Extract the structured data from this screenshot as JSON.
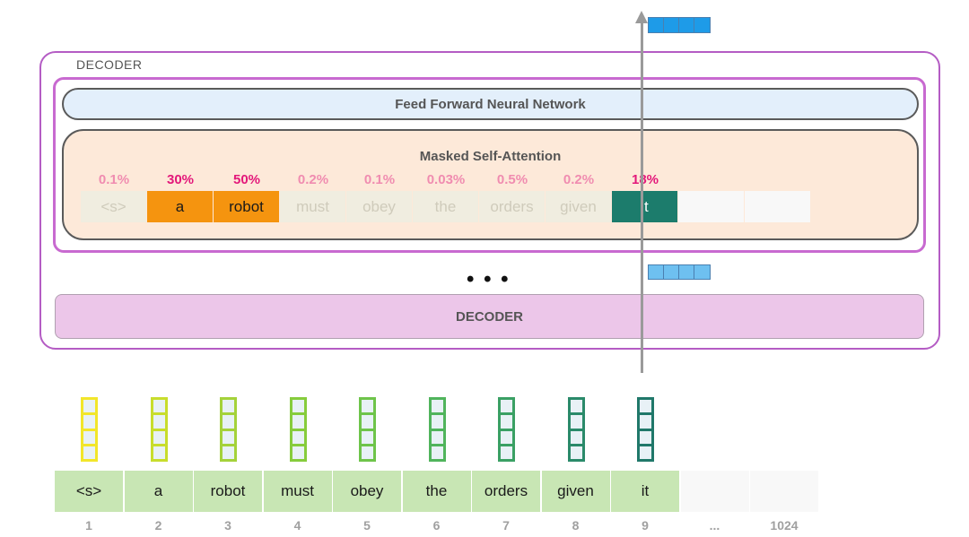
{
  "outer_label": "DECODER",
  "ffnn_label": "Feed Forward Neural Network",
  "attention_title": "Masked Self-Attention",
  "lower_decoder_label": "DECODER",
  "ellipsis": "• • •",
  "attention_tokens": [
    {
      "text": "<s>",
      "pct": "0.1%",
      "style": "fade",
      "emph": "lo"
    },
    {
      "text": "a",
      "pct": "30%",
      "style": "orange",
      "emph": "hi"
    },
    {
      "text": "robot",
      "pct": "50%",
      "style": "orange",
      "emph": "hi"
    },
    {
      "text": "must",
      "pct": "0.2%",
      "style": "fade",
      "emph": "lo"
    },
    {
      "text": "obey",
      "pct": "0.1%",
      "style": "fade",
      "emph": "lo"
    },
    {
      "text": "the",
      "pct": "0.03%",
      "style": "fade",
      "emph": "lo"
    },
    {
      "text": "orders",
      "pct": "0.5%",
      "style": "fade",
      "emph": "lo"
    },
    {
      "text": "given",
      "pct": "0.2%",
      "style": "fade",
      "emph": "lo"
    },
    {
      "text": "it",
      "pct": "18%",
      "style": "teal",
      "emph": "hi"
    },
    {
      "text": "",
      "pct": "",
      "style": "empty",
      "emph": "lo"
    },
    {
      "text": "",
      "pct": "",
      "style": "empty",
      "emph": "lo"
    }
  ],
  "input_tokens": [
    "<s>",
    "a",
    "robot",
    "must",
    "obey",
    "the",
    "orders",
    "given",
    "it",
    "",
    ""
  ],
  "positions": [
    "1",
    "2",
    "3",
    "4",
    "5",
    "6",
    "7",
    "8",
    "9",
    "...",
    "1024"
  ],
  "vector_colors": [
    "#f2e62a",
    "#c8dd2c",
    "#a4d23a",
    "#86cc3c",
    "#6ec44a",
    "#50b45c",
    "#3aa064",
    "#2a8a6a",
    "#20786a"
  ],
  "colors": {
    "top_vector": "#1e9be8",
    "mid_vector": "#6ec0f0",
    "outer_border": "#b45cc4"
  }
}
